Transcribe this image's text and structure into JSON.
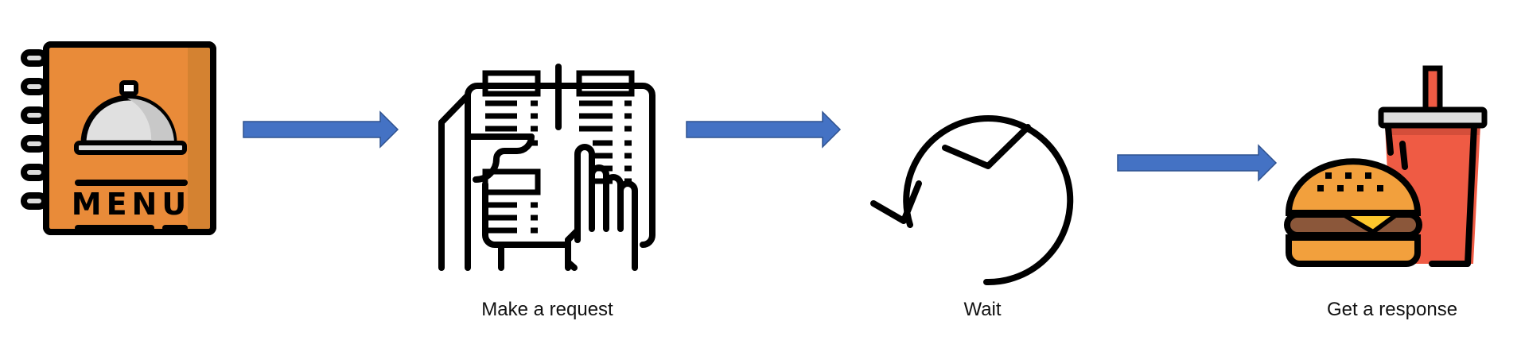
{
  "steps": [
    {
      "icon": "menu-book-icon",
      "label": "",
      "menu_text": "MENU"
    },
    {
      "icon": "order-receipt-icon",
      "label": "Make a request"
    },
    {
      "icon": "clock-wait-icon",
      "label": "Wait"
    },
    {
      "icon": "burger-drink-icon",
      "label": "Get a response"
    }
  ],
  "colors": {
    "arrow": "#4472c4",
    "arrow_border": "#2f528f",
    "menu": "#e98b39",
    "bun": "#f2a03d",
    "cup": "#ef5b44",
    "patty": "#8b573a",
    "cheese": "#fcc72c"
  }
}
